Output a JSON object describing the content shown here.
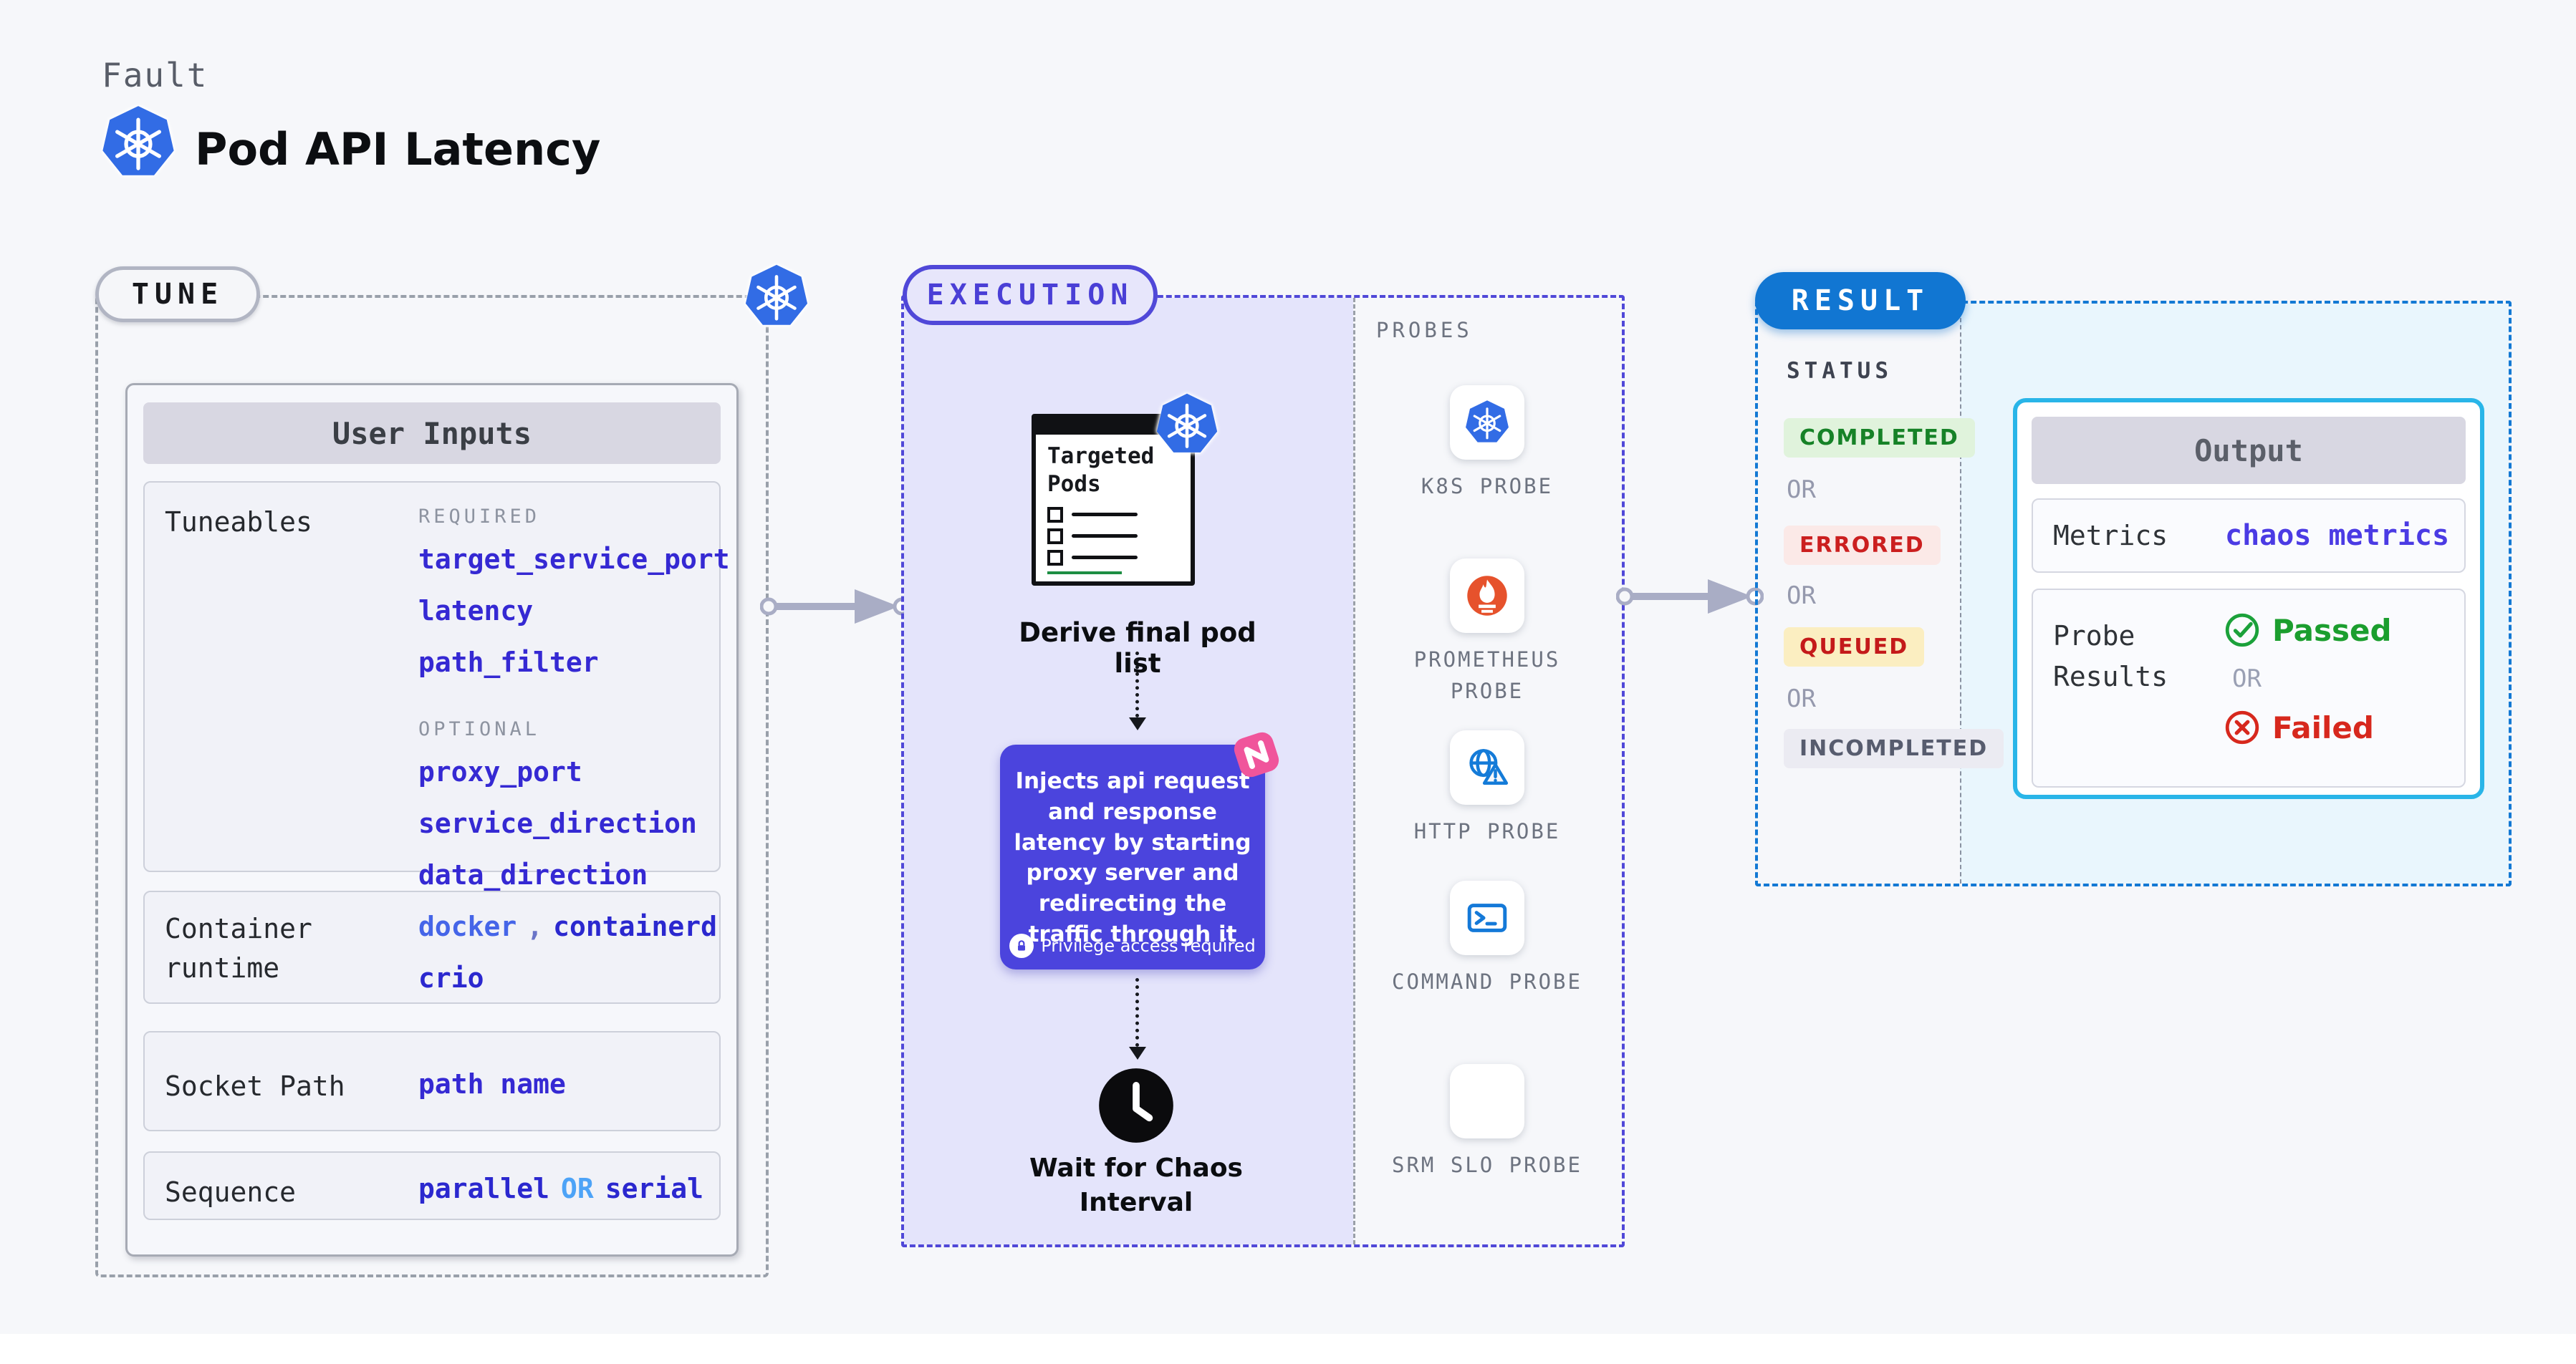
{
  "header": {
    "kicker": "Fault",
    "title": "Pod API Latency"
  },
  "colors": {
    "page_bg": "#f6f7fa",
    "indigo_accent": "#5048d8",
    "lavender_fill": "#e4e4fb",
    "inject_bg": "#4b44dd",
    "result_blue": "#1176d2",
    "output_border_cyan": "#29b5e8",
    "result_fill": "#e9f6fd",
    "link_indigo": "#3529d3",
    "docker_blue": "#4565e8",
    "or_light_blue": "#4da3f7",
    "passed_green": "#1b9e2e",
    "failed_red": "#d7281d",
    "kubernetes_blue": "#326ce5",
    "prometheus_orange": "#e6522c",
    "pink_accent": "#f0559b",
    "green_bar": "#1d8e43"
  },
  "tune": {
    "badge": "TUNE",
    "user_inputs": {
      "title": "User Inputs",
      "tuneables": {
        "label": "Tuneables",
        "required_label": "REQUIRED",
        "required": [
          "target_service_port",
          "latency",
          "path_filter"
        ],
        "optional_label": "OPTIONAL",
        "optional": [
          "proxy_port",
          "service_direction",
          "data_direction"
        ]
      },
      "container_runtime": {
        "label": "Container runtime",
        "value_1": "docker",
        "separator": ",",
        "value_2": "containerd",
        "value_3": "crio"
      },
      "socket_path": {
        "label": "Socket Path",
        "value": "path name"
      },
      "sequence": {
        "label": "Sequence",
        "value_1": "parallel",
        "connector": "OR",
        "value_2": "serial"
      }
    }
  },
  "execution": {
    "badge": "EXECUTION",
    "targeted_pods_title": "Targeted Pods",
    "derive_label": "Derive final pod list",
    "inject_description": "Injects api request and response latency by starting proxy server and redirecting the traffic through it",
    "privilege_note": "Privilege access required",
    "wait_label": "Wait for Chaos Interval"
  },
  "probes": {
    "title": "PROBES",
    "items": [
      {
        "label": "K8S PROBE",
        "icon": "kubernetes-icon"
      },
      {
        "label": "PROMETHEUS PROBE",
        "icon": "prometheus-icon"
      },
      {
        "label": "HTTP PROBE",
        "icon": "http-globe-warning-icon"
      },
      {
        "label": "COMMAND PROBE",
        "icon": "terminal-icon"
      },
      {
        "label": "SRM SLO PROBE",
        "icon": "slo-pie-check-icon"
      }
    ]
  },
  "result": {
    "badge": "RESULT",
    "status": {
      "label": "STATUS",
      "or_label": "OR",
      "badges": [
        {
          "text": "COMPLETED",
          "state": "completed"
        },
        {
          "text": "ERRORED",
          "state": "errored"
        },
        {
          "text": "QUEUED",
          "state": "queued"
        },
        {
          "text": "INCOMPLETED",
          "state": "incompleted"
        }
      ]
    },
    "output": {
      "title": "Output",
      "metrics_label": "Metrics",
      "metrics_value": "chaos metrics",
      "probe_results_label": "Probe Results",
      "passed_label": "Passed",
      "or_label": "OR",
      "failed_label": "Failed"
    }
  }
}
